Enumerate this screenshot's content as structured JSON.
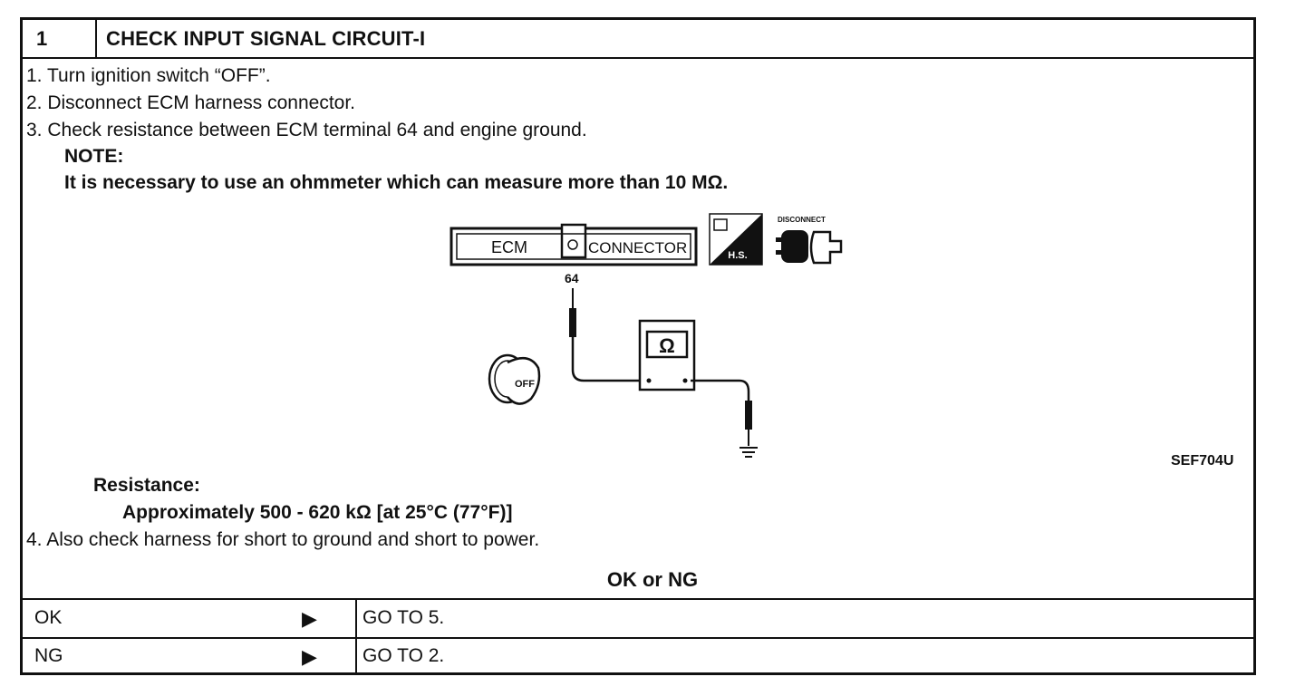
{
  "header": {
    "step": "1",
    "title": "CHECK INPUT SIGNAL CIRCUIT-I"
  },
  "steps": [
    "1.  Turn ignition switch “OFF”.",
    "2.  Disconnect ECM harness connector.",
    "3.  Check resistance between ECM terminal 64 and engine ground."
  ],
  "note": {
    "label": "NOTE:",
    "text": "It is necessary to use an ohmmeter which can measure more than 10 MΩ."
  },
  "diagram": {
    "ecm_label": "ECM",
    "connector_label": "CONNECTOR",
    "terminal": "64",
    "meter_symbol": "Ω",
    "hs_label": "H.S.",
    "disconnect_label": "DISCONNECT",
    "key_label": "OFF",
    "ref_code": "SEF704U"
  },
  "resistance": {
    "label": "Resistance:",
    "value": "Approximately 500 - 620 kΩ [at 25°C (77°F)]"
  },
  "step4": "4.  Also check harness for short to ground and short to power.",
  "result_header": "OK or NG",
  "results": [
    {
      "label": "OK",
      "action": "GO TO 5."
    },
    {
      "label": "NG",
      "action": "GO TO 2."
    }
  ],
  "arrow_glyph": "▶"
}
